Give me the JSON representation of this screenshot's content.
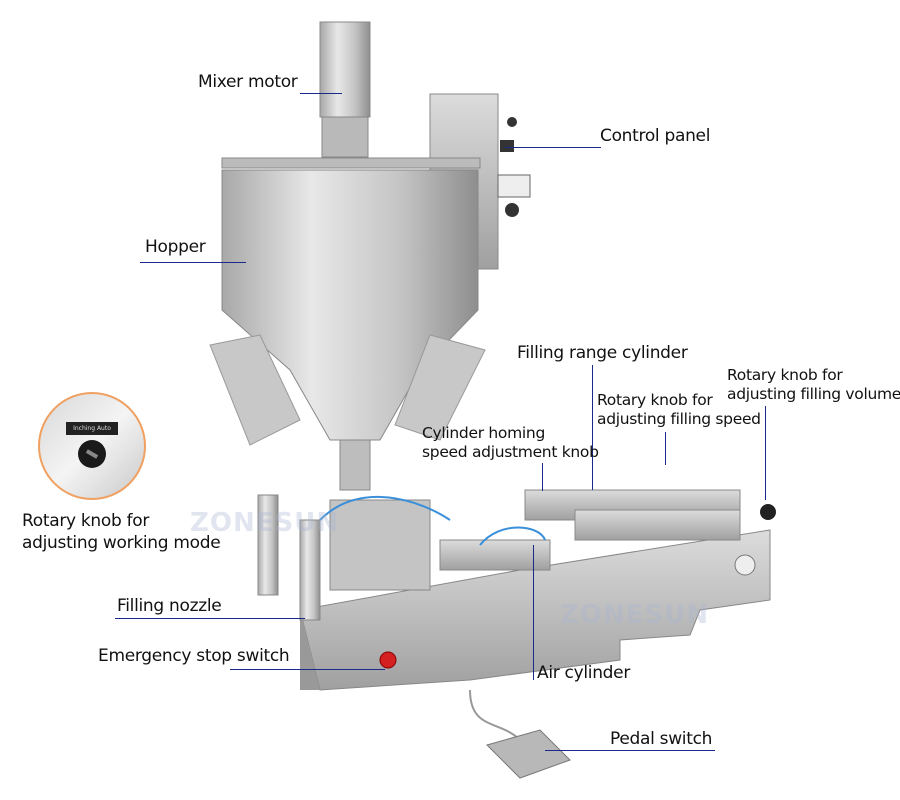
{
  "labels": {
    "mixer_motor": "Mixer motor",
    "control_panel": "Control panel",
    "hopper": "Hopper",
    "filling_range_cylinder": "Filling range cylinder",
    "filling_speed_line1": "Rotary knob for",
    "filling_speed_line2": "adjusting filling speed",
    "filling_volume_line1": "Rotary knob for",
    "filling_volume_line2": "adjusting filling volume",
    "homing_line1": "Cylinder homing",
    "homing_line2": "speed adjustment knob",
    "working_mode_line1": "Rotary knob for",
    "working_mode_line2": "adjusting working mode",
    "filling_nozzle": "Filling nozzle",
    "emergency_stop": "Emergency stop switch",
    "air_cylinder": "Air cylinder",
    "pedal_switch": "Pedal switch"
  },
  "inset": {
    "plate_text": "Inching Auto"
  },
  "watermark": "ZONESUN",
  "colors": {
    "leader_line": "#1a2a8a",
    "inset_border": "#f0a060",
    "stop_button": "#d42020"
  }
}
